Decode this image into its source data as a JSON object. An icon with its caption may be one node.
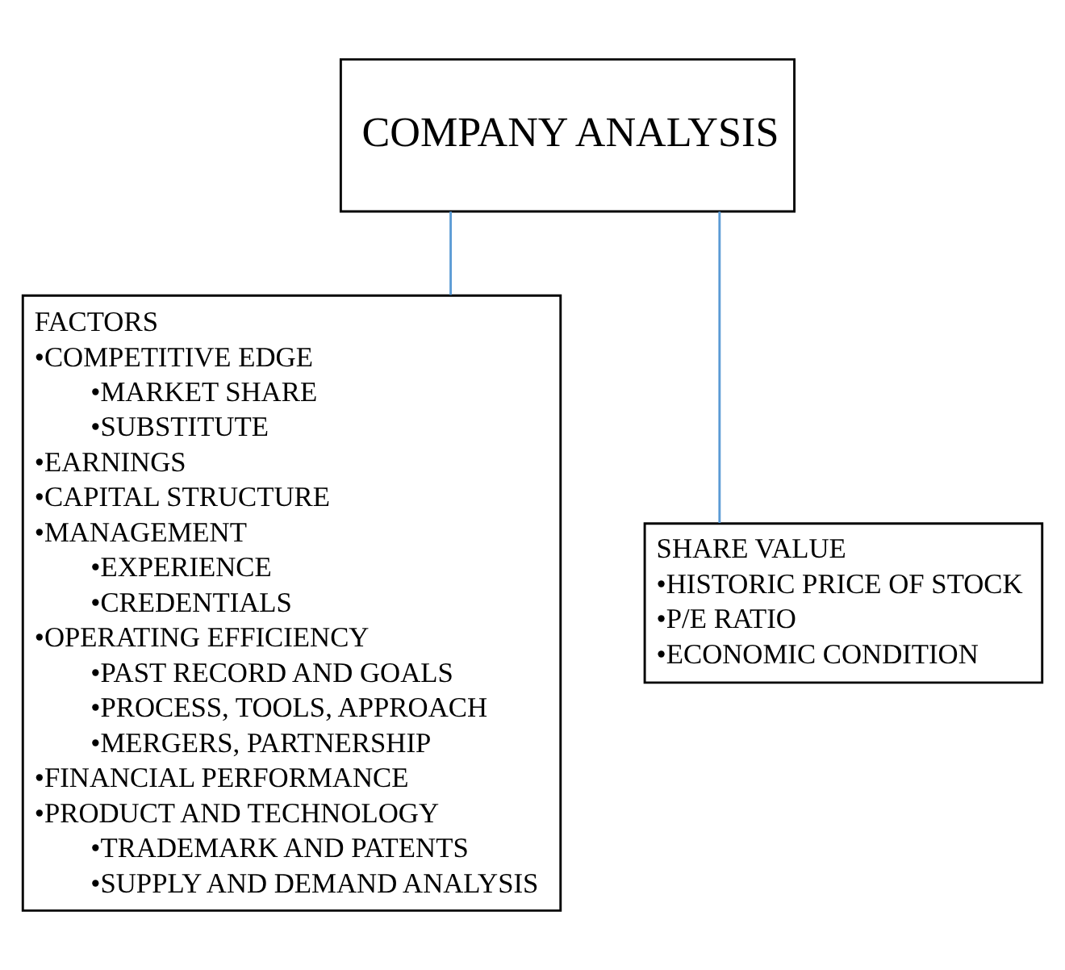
{
  "diagram": {
    "nodes": [
      {
        "text": [
          "COMPANY ANALYSIS"
        ]
      },
      {
        "text": [
          "FACTORS",
          "•COMPETITIVE EDGE",
          "•MARKET SHARE",
          "•SUBSTITUTE",
          "•EARNINGS",
          "•CAPITAL STRUCTURE",
          "•MANAGEMENT",
          "•EXPERIENCE",
          "•CREDENTIALS",
          "•OPERATING EFFICIENCY",
          "•PAST RECORD AND GOALS",
          "•PROCESS, TOOLS, APPROACH",
          "•MERGERS, PARTNERSHIP",
          "•FINANCIAL PERFORMANCE",
          "•PRODUCT AND TECHNOLOGY",
          "•TRADEMARK AND PATENTS",
          "•SUPPLY AND DEMAND ANALYSIS"
        ]
      },
      {
        "text": [
          "SHARE VALUE",
          "•HISTORIC PRICE OF STOCK",
          "•P/E RATIO",
          "•ECONOMIC CONDITION"
        ]
      }
    ],
    "edges": [
      {
        "from": 0,
        "to": 1,
        "arrow": "none"
      },
      {
        "from": 0,
        "to": 2,
        "arrow": "none"
      }
    ]
  }
}
